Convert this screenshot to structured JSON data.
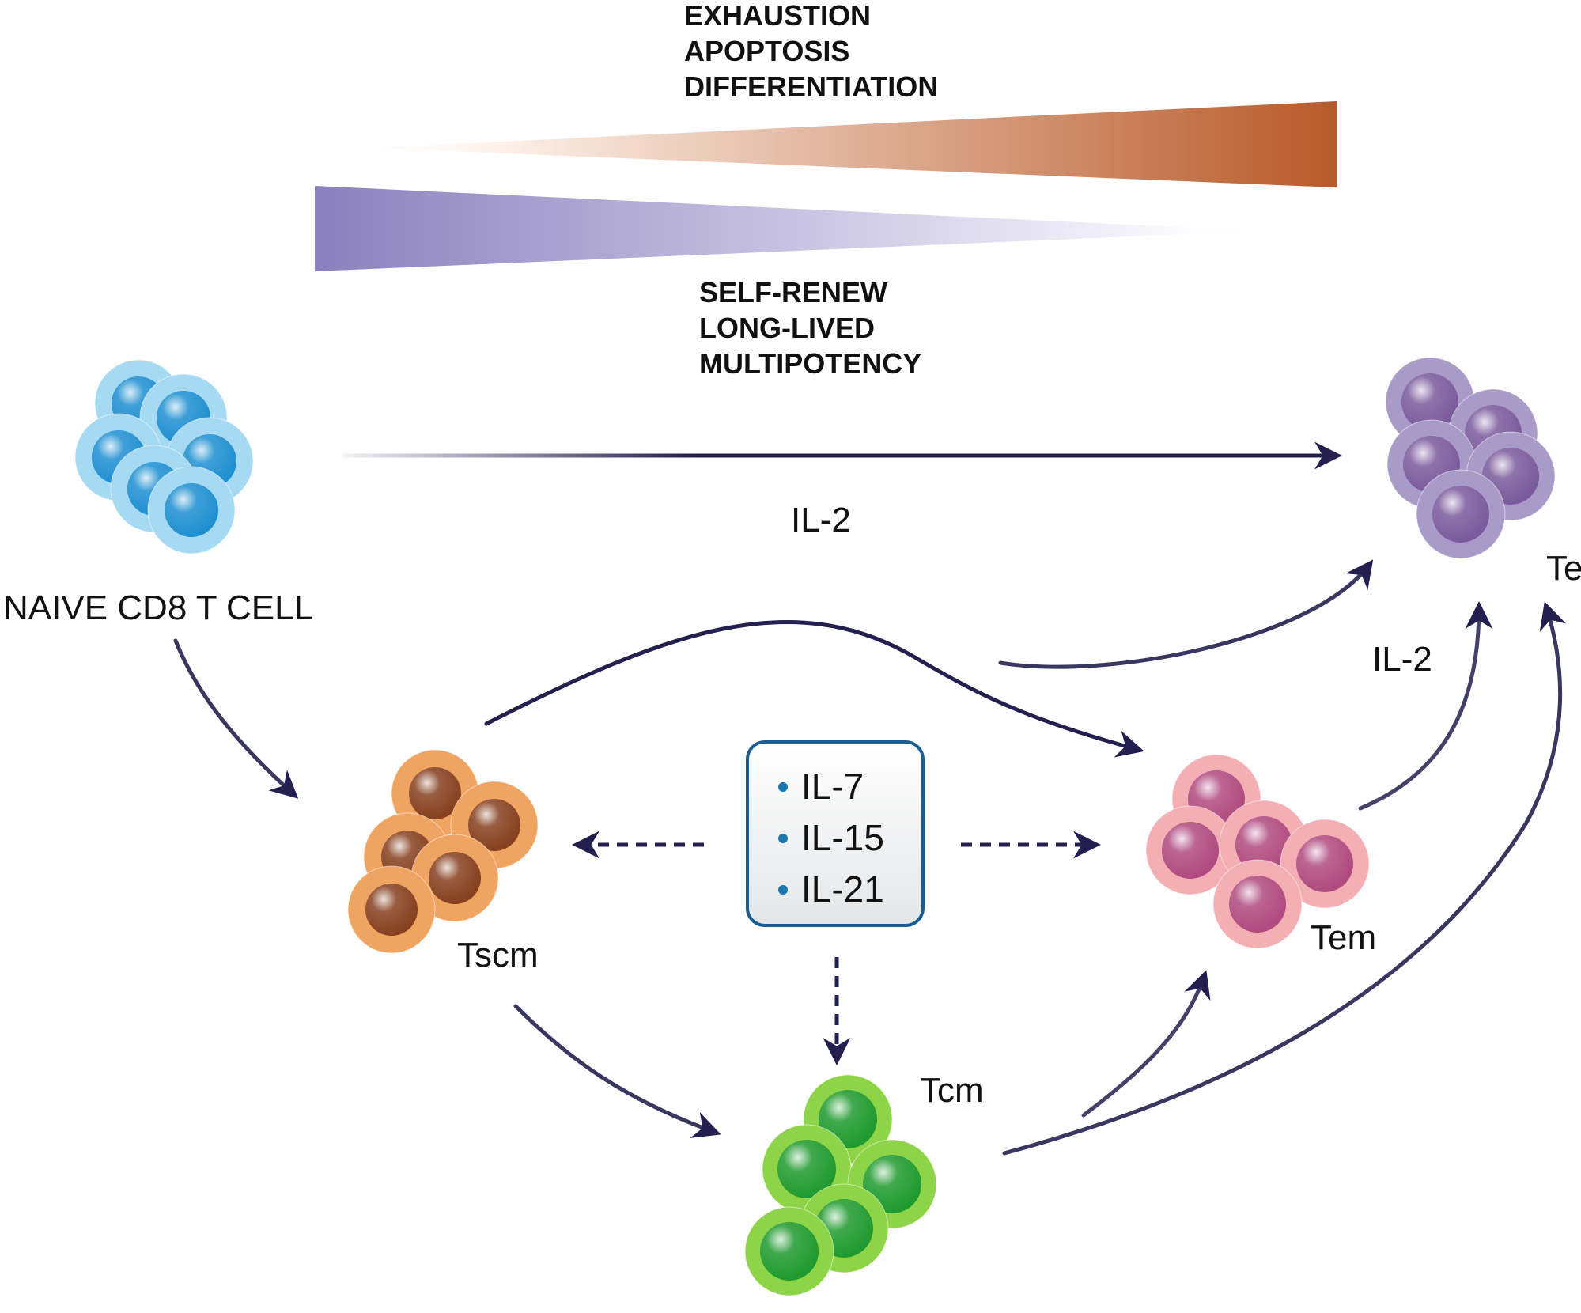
{
  "top_wedge": {
    "lines": [
      "EXHAUSTION",
      "APOPTOSIS",
      "DIFFERENTIATION"
    ],
    "color_start": "#fdf3ec",
    "color_end": "#b85a2a"
  },
  "bottom_wedge": {
    "lines": [
      "SELF-RENEW",
      "LONG-LIVED",
      "MULTIPOTENCY"
    ],
    "color_start": "#8a80be",
    "color_end": "#f2f1f9"
  },
  "arrow_color": "#23204f",
  "edge_labels": {
    "naive_to_teff": "IL-2",
    "tem_to_teff": "IL-2"
  },
  "cytokine_box": {
    "items": [
      "IL-7",
      "IL-15",
      "IL-21"
    ],
    "bullet_color": "#1a78b0"
  },
  "cells": {
    "naive": {
      "label": "NAIVE CD8 T CELL",
      "outer": "#a6daf3",
      "inner": "#1e8fd1"
    },
    "teff": {
      "label": "Teff",
      "outer": "#a99bc8",
      "inner": "#7a5a9c"
    },
    "tscm": {
      "label": "Tscm",
      "outer": "#f0a462",
      "inner": "#86401f"
    },
    "tem": {
      "label": "Tem",
      "outer": "#f3afb4",
      "inner": "#b04a7f"
    },
    "tcm": {
      "label": "Tcm",
      "outer": "#8ed448",
      "inner": "#1f9a2e"
    }
  }
}
